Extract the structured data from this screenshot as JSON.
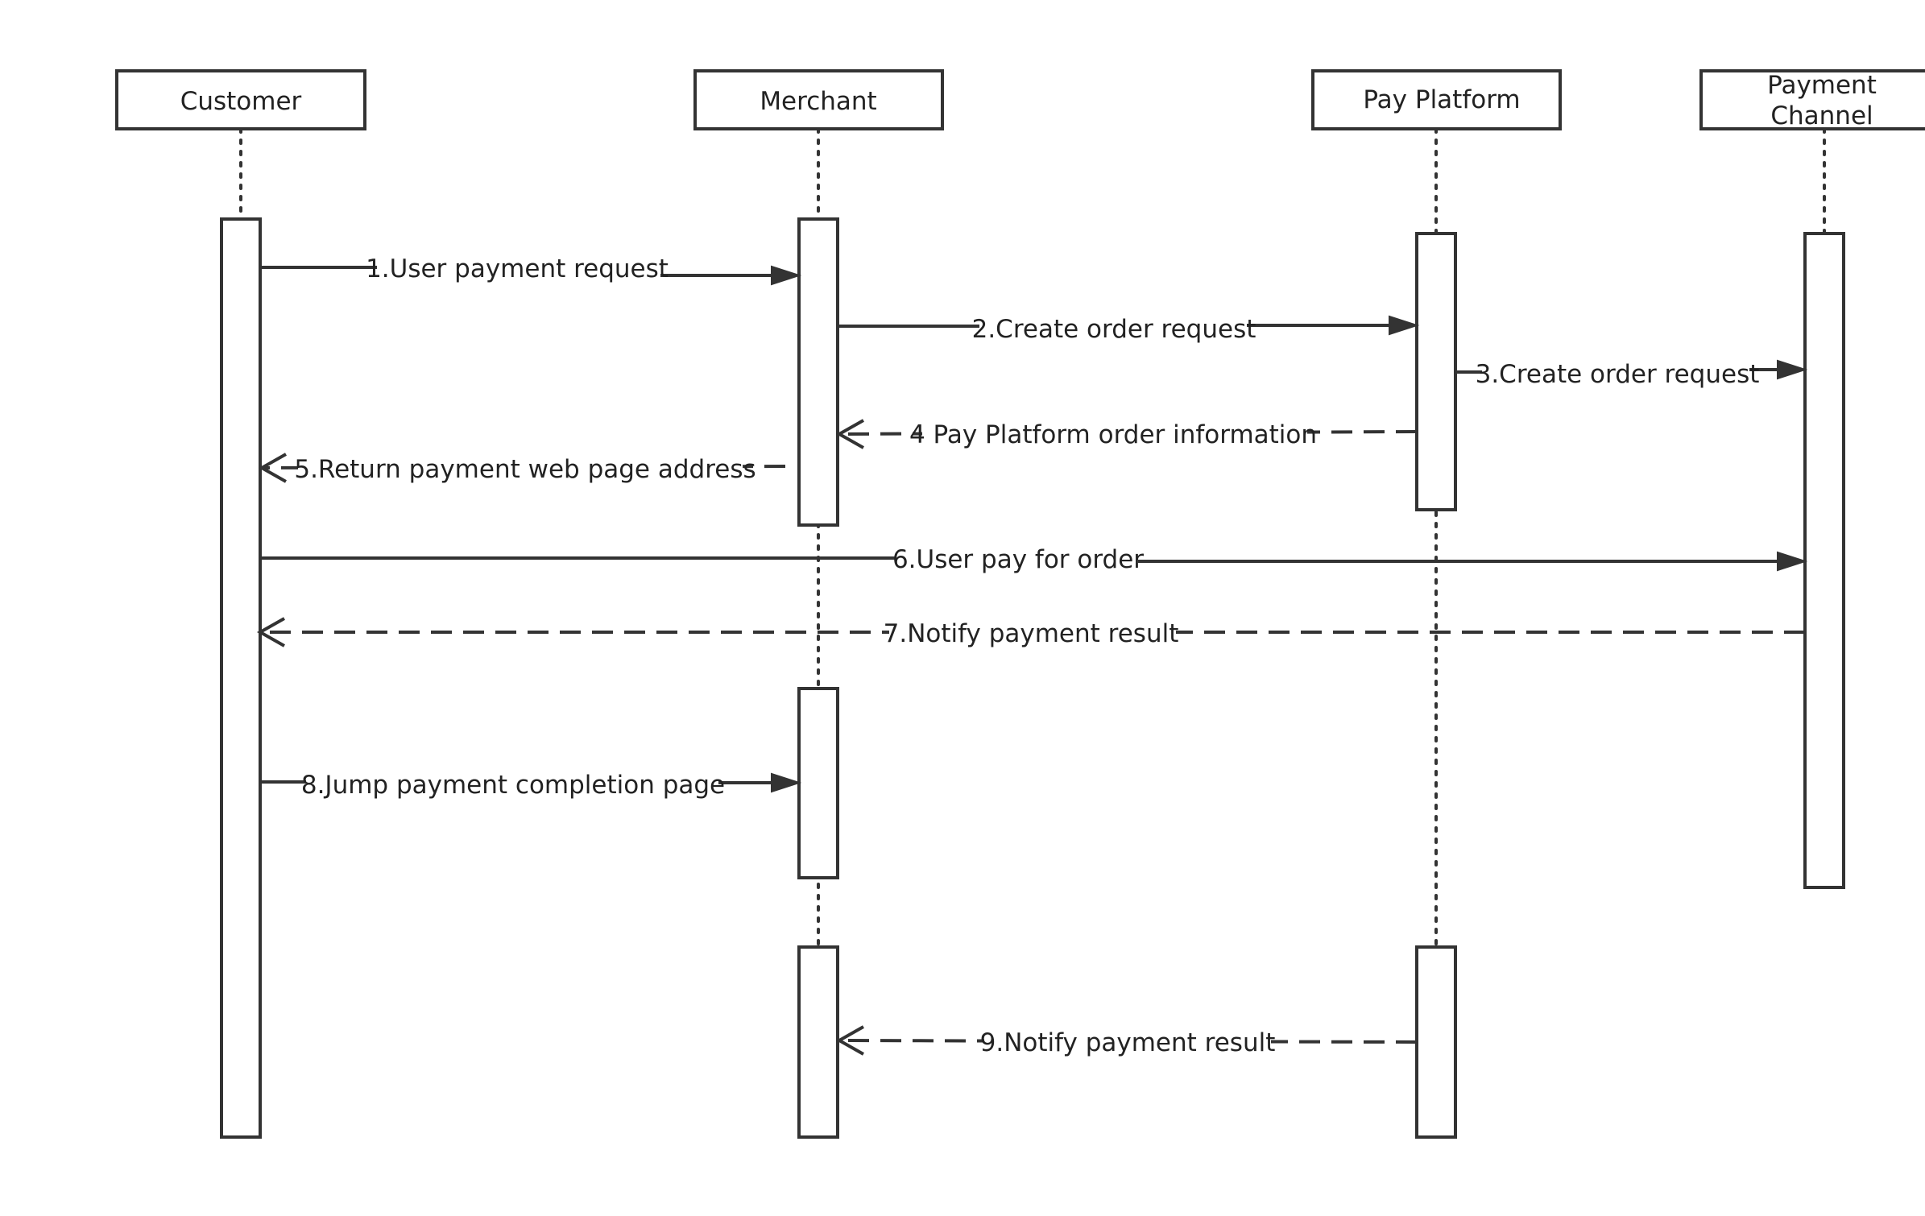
{
  "participants": [
    {
      "id": "customer",
      "lines": [
        "Customer"
      ]
    },
    {
      "id": "merchant",
      "lines": [
        "Merchant"
      ]
    },
    {
      "id": "pay-platform",
      "lines": [
        "Pay Platform"
      ]
    },
    {
      "id": "payment-channel",
      "lines": [
        "Payment",
        "Channel"
      ]
    }
  ],
  "messages": [
    {
      "id": "msg-1",
      "label": "1.User payment request",
      "from": "customer",
      "to": "merchant",
      "style": "solid"
    },
    {
      "id": "msg-2",
      "label": "2.Create order request",
      "from": "merchant",
      "to": "pay-platform",
      "style": "solid"
    },
    {
      "id": "msg-3",
      "label": "3.Create order request",
      "from": "pay-platform",
      "to": "payment-channel",
      "style": "solid"
    },
    {
      "id": "msg-4",
      "label": "4 Pay Platform order information",
      "from": "pay-platform",
      "to": "merchant",
      "style": "dashed"
    },
    {
      "id": "msg-5",
      "label": "5.Return payment web page address",
      "from": "merchant",
      "to": "customer",
      "style": "dashed"
    },
    {
      "id": "msg-6",
      "label": "6.User pay for order",
      "from": "customer",
      "to": "payment-channel",
      "style": "solid"
    },
    {
      "id": "msg-7",
      "label": "7.Notify payment result",
      "from": "payment-channel",
      "to": "customer",
      "style": "dashed"
    },
    {
      "id": "msg-8",
      "label": "8.Jump payment completion page",
      "from": "customer",
      "to": "merchant",
      "style": "solid"
    },
    {
      "id": "msg-9",
      "label": "9.Notify payment result",
      "from": "pay-platform",
      "to": "merchant",
      "style": "dashed"
    }
  ]
}
